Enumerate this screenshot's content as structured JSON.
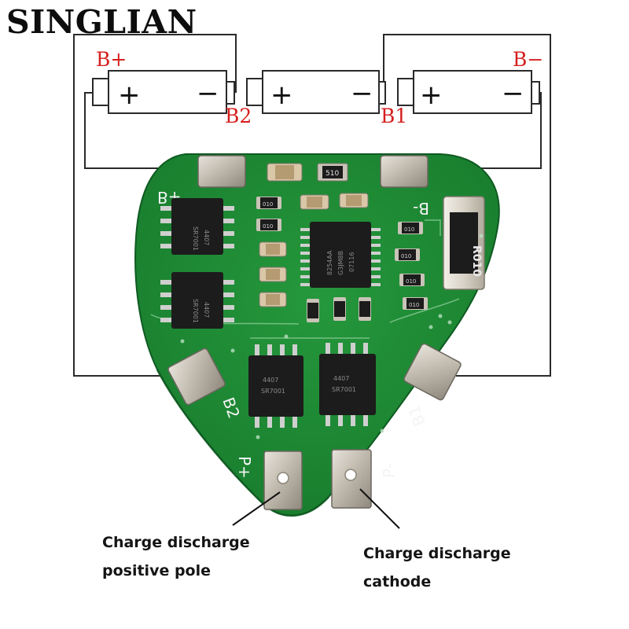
{
  "brand": {
    "name": "SINGLIAN"
  },
  "batteries": [
    {
      "plus": "+",
      "minus": "−"
    },
    {
      "plus": "+",
      "minus": "−"
    },
    {
      "plus": "+",
      "minus": "−"
    }
  ],
  "terminal_labels": {
    "b_plus": "B+",
    "b2": "B2",
    "b1": "B1",
    "b_minus": "B−"
  },
  "board": {
    "silk": {
      "b_plus": "B+",
      "b_minus": "B-",
      "b2": "B2",
      "b1": "B1",
      "p_plus": "P+",
      "p_minus": "P-"
    },
    "mosfets": [
      {
        "line1": "4407",
        "line2": "SR7001"
      },
      {
        "line1": "4407",
        "line2": "SR7001"
      },
      {
        "line1": "4407",
        "line2": "SR7001"
      },
      {
        "line1": "4407",
        "line2": "SR7001"
      }
    ],
    "ic": {
      "line1": "8254AA",
      "line2": "G3JM8B",
      "line3": "07116"
    },
    "resistor_large": "R010",
    "resistor_small": "510",
    "resistor_chips": [
      "010",
      "010",
      "010",
      "010",
      "010",
      "010"
    ]
  },
  "captions": {
    "positive": {
      "line1": "Charge discharge",
      "line2": "positive pole"
    },
    "cathode": {
      "line1": "Charge discharge",
      "line2": "cathode"
    }
  },
  "colors": {
    "pcb": "#1f8a35",
    "pcb_dark": "#16702a",
    "wire": "#2a2a2a",
    "label_red": "#d4201f",
    "pad": "#c9c3b8",
    "chip": "#1c1c1c"
  }
}
